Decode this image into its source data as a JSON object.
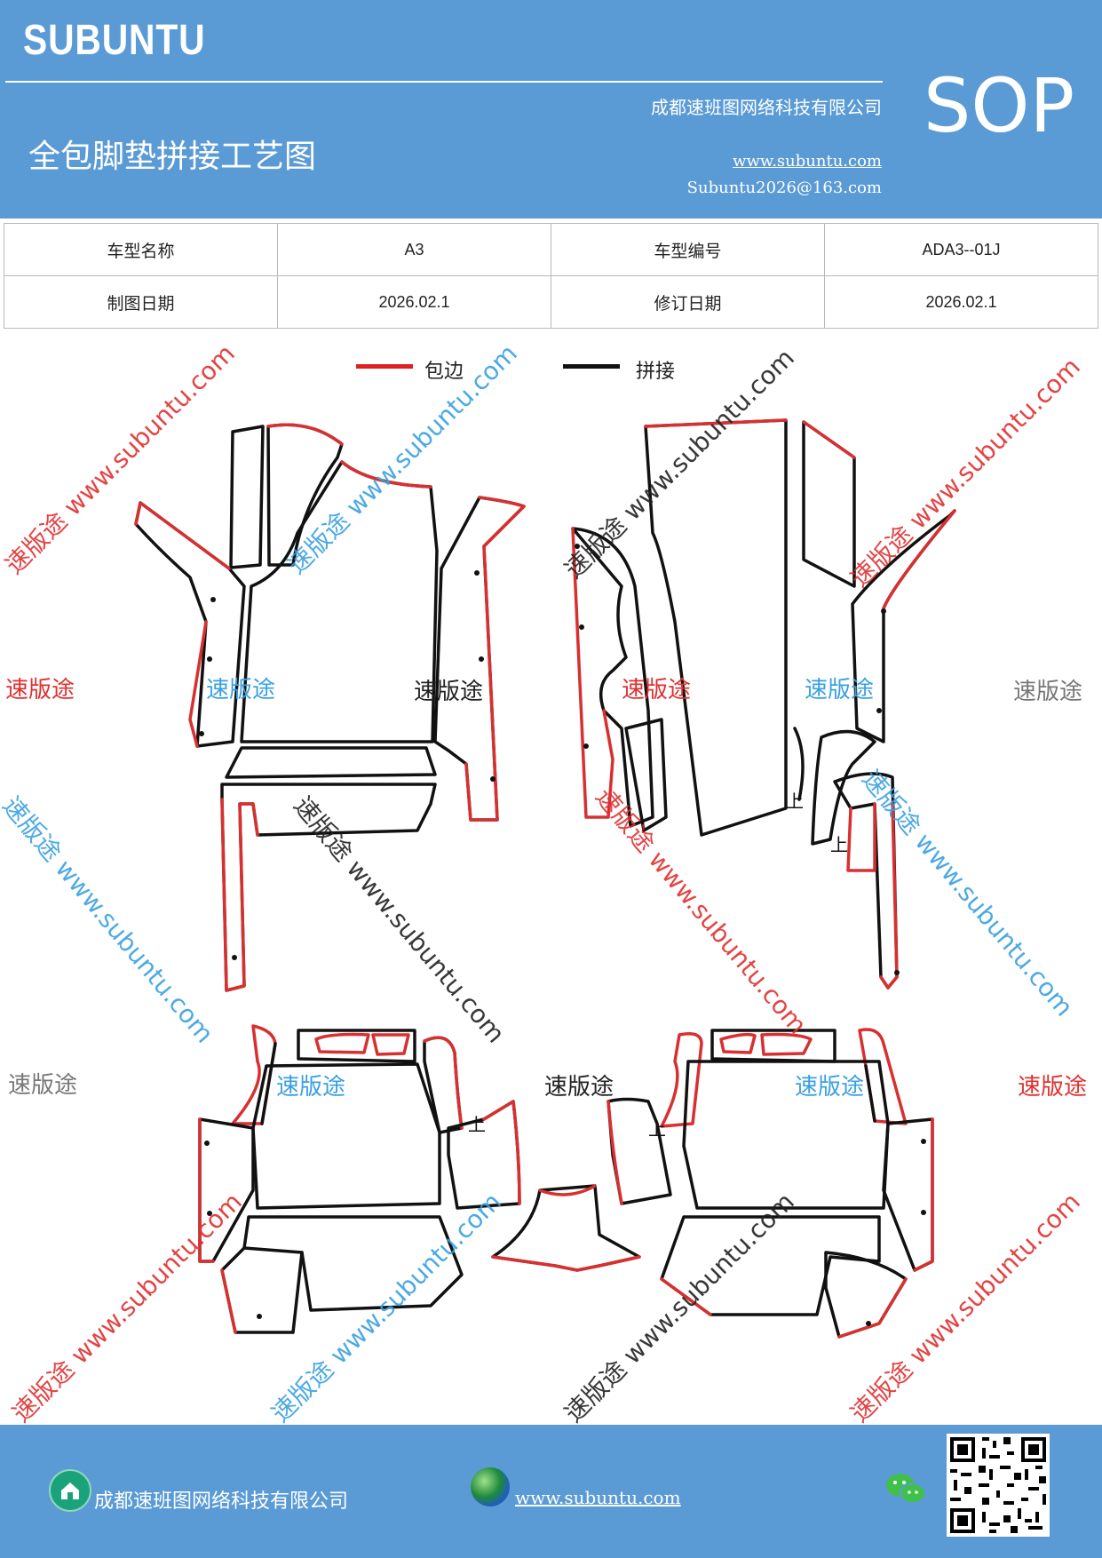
{
  "header": {
    "brand": "SUBUNTU",
    "company": "成都速班图网络科技有限公司",
    "title": "全包脚垫拼接工艺图",
    "website": "www.subuntu.com",
    "email": "Subuntu2026@163.com",
    "badge": "SOP"
  },
  "info_table": {
    "model_name_label": "车型名称",
    "model_name": "A3",
    "model_code_label": "车型编号",
    "model_code": "ADA3--01J",
    "draw_date_label": "制图日期",
    "draw_date": "2026.02.1",
    "revise_date_label": "修订日期",
    "revise_date": "2026.02.1"
  },
  "legend": {
    "edge_label": "包边",
    "edge_color": "#e02020",
    "join_label": "拼接",
    "join_color": "#111111"
  },
  "markers": {
    "up": "上"
  },
  "watermarks": {
    "brand_text": "速版途",
    "url_text": "www.subuntu.com",
    "diag_text": "速版途 www.subuntu.com",
    "colors": [
      "#e03030",
      "#3aa0e0",
      "#222222",
      "#777777"
    ]
  },
  "footer": {
    "company": "成都速班图网络科技有限公司",
    "website": "www.subuntu.com "
  },
  "icons": [
    "home-icon",
    "globe-icon",
    "wechat-icon",
    "qr-code"
  ]
}
